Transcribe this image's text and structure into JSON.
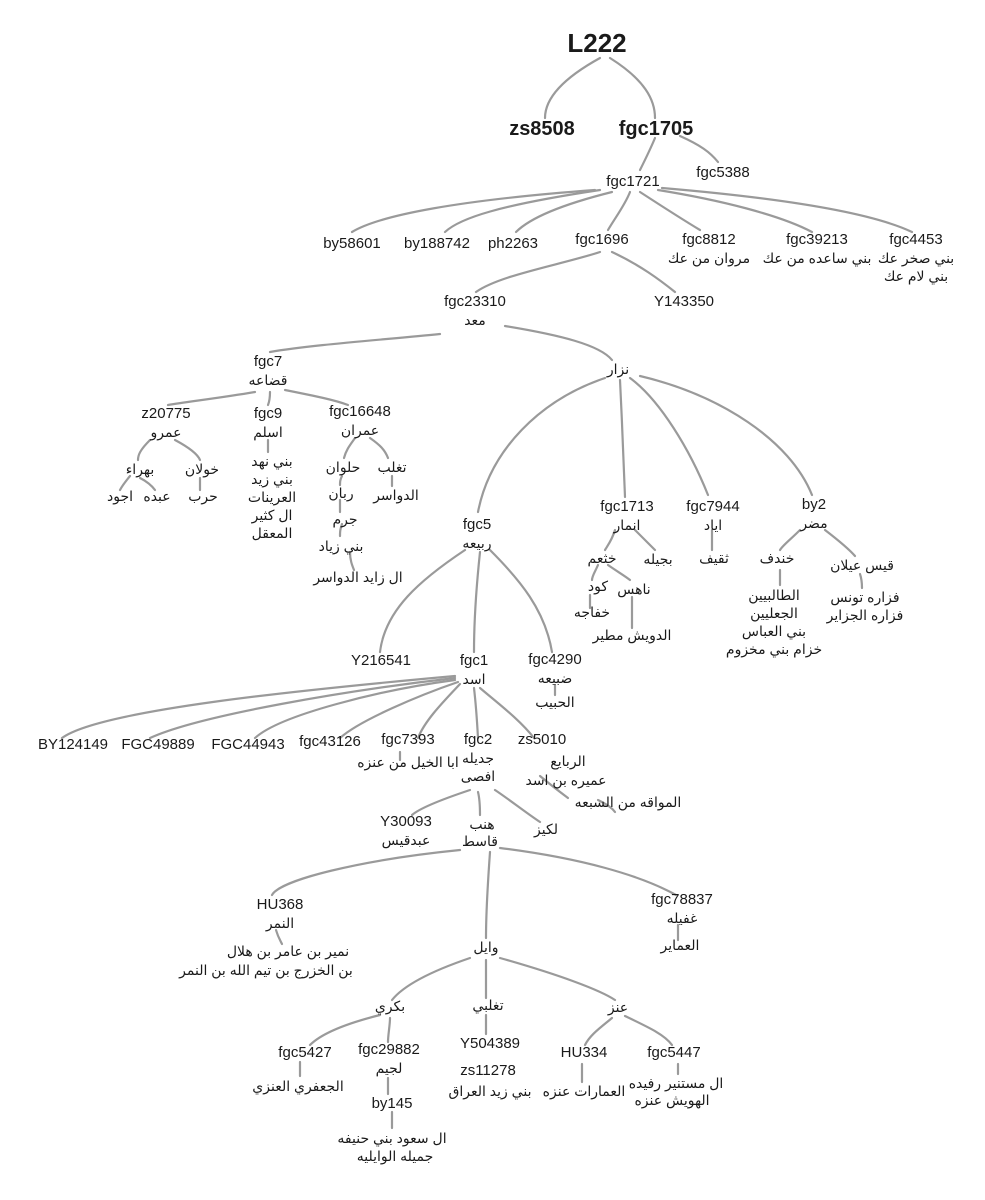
{
  "nodes": {
    "L222": "L222",
    "zs8508": "zs8508",
    "fgc1705": "fgc1705",
    "fgc5388": "fgc5388",
    "fgc1721": "fgc1721",
    "by58601": "by58601",
    "by188742": "by188742",
    "ph2263": "ph2263",
    "fgc1696": "fgc1696",
    "fgc8812": "fgc8812",
    "fgc8812_sub": "مروان من عك",
    "fgc39213": "fgc39213",
    "fgc39213_sub": "بني ساعده من عك",
    "fgc4453": "fgc4453",
    "fgc4453_sub1": "بني صخر عك",
    "fgc4453_sub2": "بني لام عك",
    "Y143350": "Y143350",
    "fgc23310": "fgc23310",
    "fgc23310_sub": "معد",
    "fgc7": "fgc7",
    "fgc7_sub": "قضاعه",
    "nizar": "نزار",
    "z20775": "z20775",
    "z20775_sub": "عمرو",
    "fgc9": "fgc9",
    "fgc9_sub": "اسلم",
    "fgc16648": "fgc16648",
    "fgc16648_sub": "عمران",
    "bahraa": "بهراء",
    "khawlan": "خولان",
    "ajwad": "اجود",
    "abdah": "عبده",
    "harb": "حرب",
    "bani_nahd": "بني نهد",
    "bani_zaid": "بني زيد",
    "orainat": "العرينات",
    "al_katheer": "ال كثير",
    "maaqal": "المعقل",
    "holwan": "حلوان",
    "rabban": "ربان",
    "jarm": "جرم",
    "bani_ziyad": "بني زياد",
    "al_zayed": "ال زايد الدواسر",
    "taghlib": "تغلب",
    "dawasir": "الدواسر",
    "fgc5": "fgc5",
    "fgc5_sub": "ربيعه",
    "fgc1713": "fgc1713",
    "fgc1713_sub": "انمار",
    "khathaam": "خثعم",
    "bajila": "بجيله",
    "kawd": "كود",
    "nahis": "ناهس",
    "khafajah": "خفاجه",
    "duwaish": "الدويش مطير",
    "fgc7944": "fgc7944",
    "fgc7944_sub": "اياد",
    "thaqif": "ثقيف",
    "by2": "by2",
    "by2_sub": "مضر",
    "khindif": "خندف",
    "qais": "قيس عيلان",
    "talibiyin": "الطالبيين",
    "jaaliyin": "الجعليين",
    "bani_abbas": "بني العباس",
    "khuzam": "خزام بني مخزوم",
    "fazara_tunis": "فزاره تونس",
    "fazara_jazayer": "فزاره الجزاير",
    "Y216541": "Y216541",
    "fgc1": "fgc1",
    "fgc1_sub": "اسد",
    "fgc4290": "fgc4290",
    "fgc4290_sub": "ضبيعه",
    "habeeb": "الحبيب",
    "BY124149": "BY124149",
    "FGC49889": "FGC49889",
    "FGC44943": "FGC44943",
    "fgc43126": "fgc43126",
    "fgc7393": "fgc7393",
    "fgc7393_sub": "ابا الخيل من عنزه",
    "fgc2": "fgc2",
    "fgc2_sub1": "جديله",
    "fgc2_sub2": "افصى",
    "zs5010": "zs5010",
    "zs5010_sub1": "الربايع",
    "zs5010_sub2": "عميره بن اسد",
    "mawaiqa": "المواقه من السبعه",
    "Y30093": "Y30093",
    "Y30093_sub": "عبدقيس",
    "hinb": "هنب",
    "qasit": "قاسط",
    "lukaiz": "لكيز",
    "HU368": "HU368",
    "HU368_sub": "النمر",
    "numair": "نمير بن عامر بن هلال",
    "khazraj": "بن الخزرج بن تيم الله بن النمر",
    "fgc78837": "fgc78837",
    "fgc78837_sub": "غفيله",
    "amayir": "العماير",
    "wayil": "وايل",
    "bakri": "بكري",
    "taghlibi": "تغلبي",
    "anz": "عنز",
    "fgc5427": "fgc5427",
    "jaafari": "الجعفري العنزي",
    "fgc29882": "fgc29882",
    "fgc29882_sub": "لجيم",
    "by145": "by145",
    "al_saud": "ال سعود بني حنيفه",
    "jamila": "جميله الوايليه",
    "Y504389": "Y504389",
    "zs11278": "zs11278",
    "bani_zaid_iraq": "بني زيد العراق",
    "HU334": "HU334",
    "amarat": "العمارات عنزه",
    "fgc5447": "fgc5447",
    "mustanir": "ال مستنير رفيده",
    "huwaish": "الهويش عنزه"
  }
}
